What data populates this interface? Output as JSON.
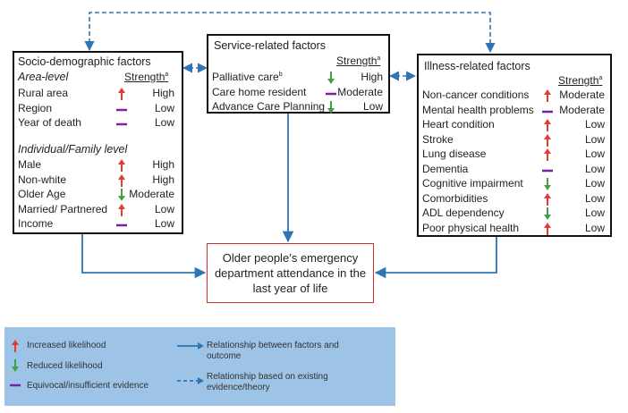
{
  "socio": {
    "title": "Socio-demographic factors",
    "area_heading": "Area-level",
    "individual_heading": "Individual/Family level",
    "strength_label": "Strength",
    "strength_sup": "a",
    "area_rows": [
      {
        "label": "Rural area",
        "direction": "up",
        "strength": "High"
      },
      {
        "label": "Region",
        "direction": "equivocal",
        "strength": "Low"
      },
      {
        "label": "Year of death",
        "direction": "equivocal",
        "strength": "Low"
      }
    ],
    "individual_rows": [
      {
        "label": "Male",
        "direction": "up",
        "strength": "High"
      },
      {
        "label": "Non-white",
        "direction": "up",
        "strength": "High"
      },
      {
        "label": "Older Age",
        "direction": "down",
        "strength": "Moderate"
      },
      {
        "label": "Married/ Partnered",
        "direction": "up",
        "strength": "Low"
      },
      {
        "label": "Income",
        "direction": "equivocal",
        "strength": "Low"
      }
    ]
  },
  "service": {
    "title": "Service-related factors",
    "strength_label": "Strength",
    "strength_sup": "a",
    "rows": [
      {
        "label": "Palliative care",
        "sup": "b",
        "direction": "down",
        "strength": "High"
      },
      {
        "label": "Care home resident",
        "direction": "equivocal",
        "strength": "Moderate"
      },
      {
        "label": "Advance Care Planning",
        "direction": "down",
        "strength": "Low"
      }
    ]
  },
  "illness": {
    "title": "Illness-related factors",
    "strength_label": "Strength",
    "strength_sup": "a",
    "rows": [
      {
        "label": "Non-cancer conditions",
        "direction": "up",
        "strength": "Moderate"
      },
      {
        "label": "Mental health problems",
        "direction": "equivocal",
        "strength": "Moderate"
      },
      {
        "label": "Heart condition",
        "direction": "up",
        "strength": "Low"
      },
      {
        "label": "Stroke",
        "direction": "up",
        "strength": "Low"
      },
      {
        "label": "Lung disease",
        "direction": "up",
        "strength": "Low"
      },
      {
        "label": "Dementia",
        "direction": "equivocal",
        "strength": "Low"
      },
      {
        "label": "Cognitive impairment",
        "direction": "down",
        "strength": "Low"
      },
      {
        "label": "Comorbidities",
        "direction": "up",
        "strength": "Low"
      },
      {
        "label": "ADL dependency",
        "direction": "down",
        "strength": "Low"
      },
      {
        "label": "Poor physical health",
        "direction": "up",
        "strength": "Low"
      }
    ]
  },
  "outcome": {
    "text": "Older people’s emergency department attendance in the last year of life"
  },
  "legend": {
    "increased": "Increased likelihood",
    "reduced": "Reduced likelihood",
    "equivocal": "Equivocal/insufficient evidence",
    "relationship_line1": "Relationship between factors and",
    "relationship_line2": "outcome",
    "existing_line1": "Relationship based on existing",
    "existing_line2": "evidence/theory"
  },
  "colors": {
    "up": "#e53935",
    "down": "#43a047",
    "equivocal": "#7b1fa2",
    "connector": "#2e75b6",
    "outcome_border": "#d32f2f",
    "legend_bg": "#9dc3e6"
  }
}
